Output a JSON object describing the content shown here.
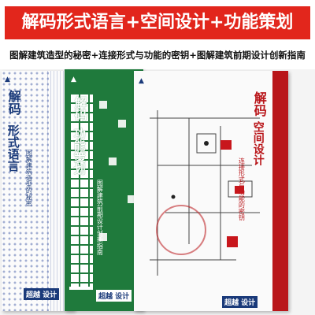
{
  "banner": {
    "title": "解码形式语言+空间设计+功能策划",
    "subtitle": "图解建筑造型的秘密+连接形式与功能的密钥+图解建筑前期设计创新指南",
    "title_bg": "#e2261c"
  },
  "books": [
    {
      "id": "form",
      "series": "解码",
      "title": "形式语言",
      "subtitle": "图解建筑造型的秘密",
      "author": "",
      "publisher_logo": "超越 设计"
    },
    {
      "id": "function",
      "series": "解码",
      "title": "功能策划",
      "subtitle": "图解建筑前期设计创新指南",
      "author": "",
      "publisher_logo": "超越 设计"
    },
    {
      "id": "space",
      "series": "解码",
      "title": "空间设计",
      "subtitle": "连接形式与功能的密钥",
      "author": "",
      "publisher_logo": "超越 设计"
    }
  ],
  "colors": {
    "accent_red": "#c8161c",
    "green": "#1f7a3c",
    "navy": "#1a3a7a"
  }
}
